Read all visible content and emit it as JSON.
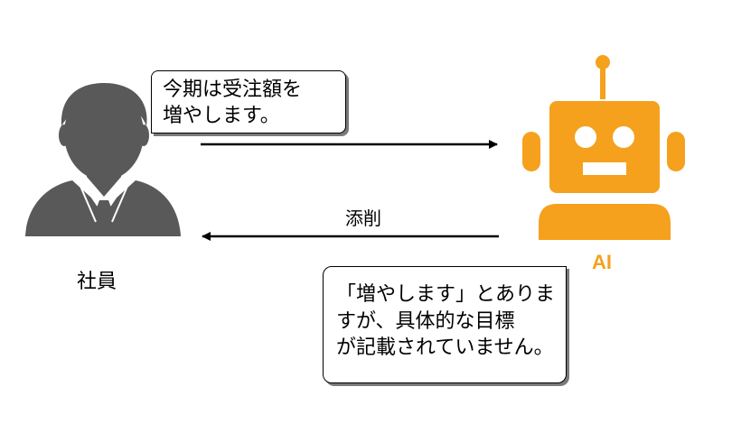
{
  "colors": {
    "person": "#595959",
    "robot": "#f5a11d",
    "robot_face": "#ffffff",
    "arrow": "#000000"
  },
  "icons": {
    "employee": "person-icon",
    "ai": "robot-icon"
  },
  "employee": {
    "label": "社員",
    "bubble_text": "今期は受注額を\n増やします。"
  },
  "ai": {
    "label": "AI",
    "bubble_text": "「増やします」とありま\nすが、具体的な目標\nが記載されていません。"
  },
  "arrows": {
    "return_label": "添削"
  }
}
